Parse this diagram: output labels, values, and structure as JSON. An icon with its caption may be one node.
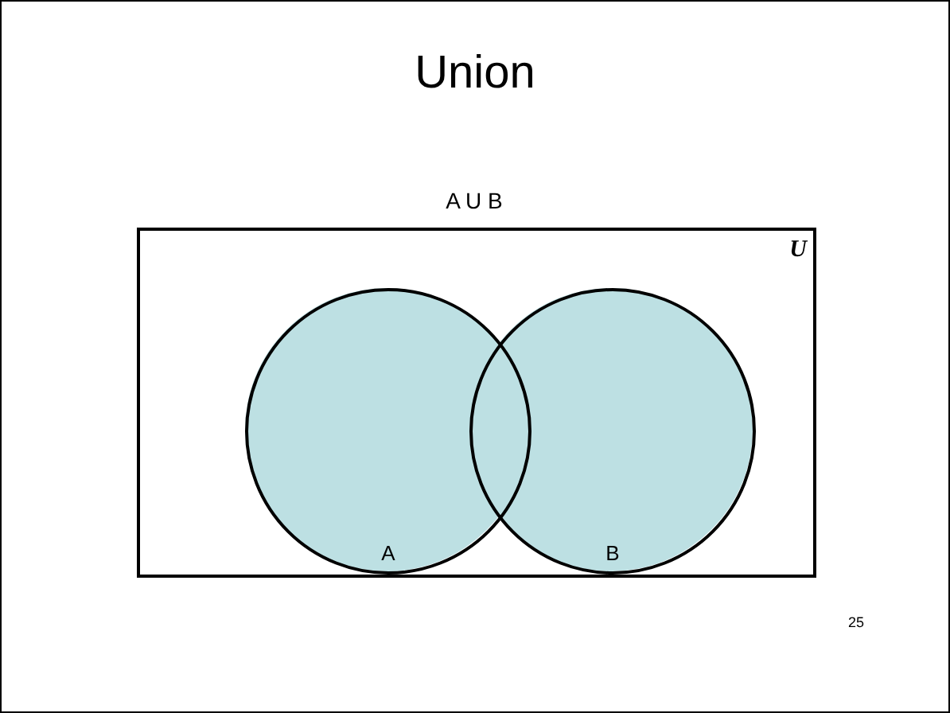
{
  "diagram": {
    "title": "Union",
    "nodes": [
      {
        "text": [
          "U"
        ]
      },
      {
        "text": [
          "A"
        ],
        "in": 0
      },
      {
        "text": [
          "B"
        ],
        "in": 0
      }
    ],
    "labels": [
      "A U B",
      "25"
    ]
  }
}
